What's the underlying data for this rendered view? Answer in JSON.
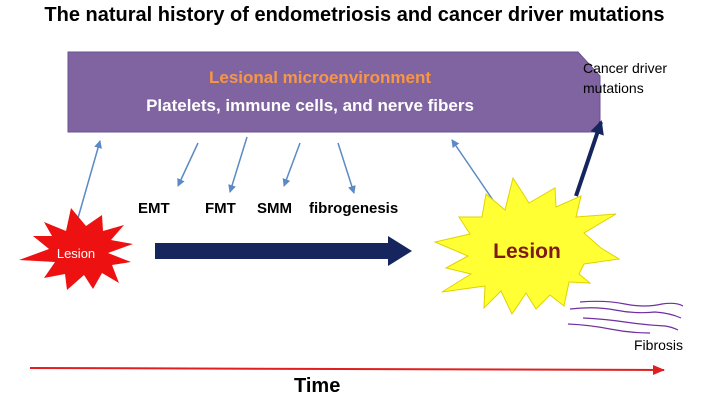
{
  "title": "The natural history of endometriosis and cancer driver mutations",
  "microenvironment": {
    "heading": "Lesional microenvironment",
    "components": "Platelets, immune cells, and nerve fibers"
  },
  "mechanisms": [
    "EMT",
    "FMT",
    "SMM",
    "fibrogenesis"
  ],
  "early_lesion_label": "Lesion",
  "late_lesion_label": "Lesion",
  "cancer_driver_label_line1": "Cancer driver",
  "cancer_driver_label_line2": "mutations",
  "fibrosis_label": "Fibrosis",
  "time_label": "Time",
  "colors": {
    "box_fill": "#8064a2",
    "box_heading": "#f79646",
    "box_text": "#ffffff",
    "early_lesion": "#ee1111",
    "late_lesion": "#ffff33",
    "late_lesion_text": "#7f1a1a",
    "progression_arrow": "#17255e",
    "thin_arrows": "#5b8ac4",
    "time_arrow": "#e02020",
    "fibrosis_lines": "#7030a0"
  }
}
